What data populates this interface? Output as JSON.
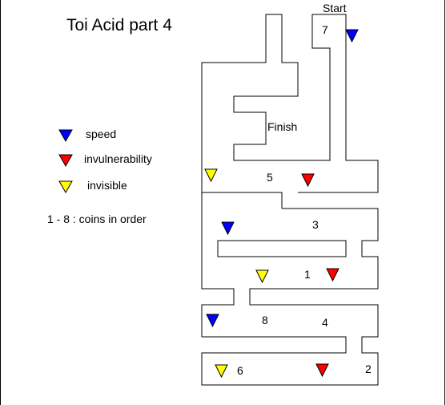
{
  "title": "Toi Acid part 4",
  "start_label": "Start",
  "finish_label": "Finish",
  "legend": {
    "speed": "speed",
    "invulnerability": "invulnerability",
    "invisible": "invisible",
    "coins_note": "1 - 8 : coins in order"
  },
  "coins": [
    "1",
    "2",
    "3",
    "4",
    "5",
    "6",
    "7",
    "8"
  ],
  "colors": {
    "speed": "#0000ff",
    "invulnerability": "#ff0000",
    "invisible": "#ffff00",
    "wall": "#000000"
  },
  "icons": {
    "speed": "down-triangle-icon",
    "invulnerability": "down-triangle-icon",
    "invisible": "down-triangle-icon"
  }
}
